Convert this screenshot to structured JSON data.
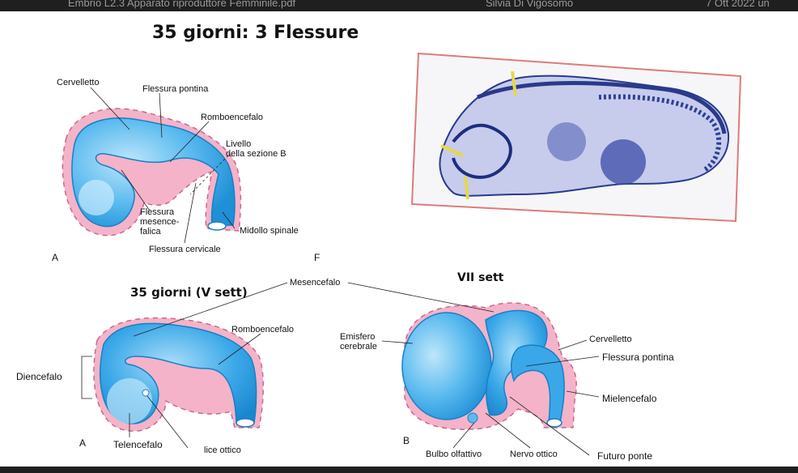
{
  "window": {
    "tab_title": "Embrio L2.3 Apparato riproduttore Femminile.pdf",
    "user": "Silvia Di Vigosomo",
    "date": "7 Ott 2022 un"
  },
  "slide": {
    "main_title": "35 giorni: 3 Flessure",
    "fig_a": {
      "labels": {
        "cervelletto": "Cervelletto",
        "flessura_pontina": "Flessura pontina",
        "romboencefalo": "Romboencefalo",
        "livello_1": "Livello",
        "livello_2": "della sezione B",
        "flessura_1": "Flessura",
        "flessura_2": "mesence-",
        "flessura_3": "falica",
        "midollo": "Midollo spinale",
        "cervicale": "Flessura cervicale",
        "letter_a": "A",
        "letter_b": "F"
      }
    },
    "fig_v": {
      "title": "35 giorni (V sett)",
      "labels": {
        "mesencefalo": "Mesencefalo",
        "romboencefalo": "Romboencefalo",
        "diencefalo": "Diencefalo",
        "telencefalo": "Telencefalo",
        "calice": "lice ottico",
        "letter": "A"
      }
    },
    "fig_vii": {
      "title": "VII sett",
      "labels": {
        "emisfero_1": "Emisfero",
        "emisfero_2": "cerebrale",
        "cervelletto": "Cervelletto",
        "flessura_pontina": "Flessura pontina",
        "mielencefalo": "Mielencefalo",
        "bulbo": "Bulbo olfattivo",
        "nervo": "Nervo ottico",
        "futuro_ponte": "Futuro ponte",
        "letter": "B"
      }
    }
  },
  "colors": {
    "brain_blue": "#3aa8e8",
    "brain_light": "#9fd8f7",
    "tissue_pink": "#f4b3c8",
    "photo_frame": "#e07a7a"
  }
}
